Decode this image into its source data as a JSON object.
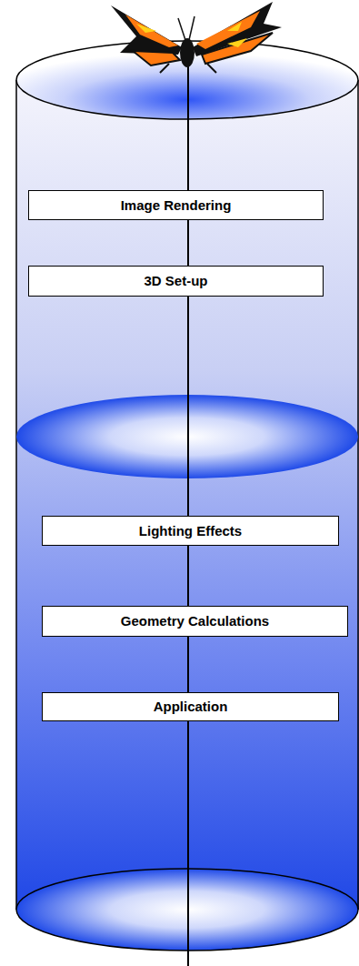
{
  "diagram": {
    "nodes": [
      {
        "text": [
          "Image Rendering"
        ]
      },
      {
        "text": [
          "3D Set-up"
        ]
      },
      {
        "text": [
          "Lighting Effects"
        ]
      },
      {
        "text": [
          "Geometry Calculations"
        ]
      },
      {
        "text": [
          "Application"
        ]
      }
    ],
    "edges": [
      {
        "from": 4,
        "to": 3,
        "arrow": "none"
      },
      {
        "from": 3,
        "to": 2,
        "arrow": "none"
      },
      {
        "from": 2,
        "to": 1,
        "arrow": "none"
      },
      {
        "from": 1,
        "to": 0,
        "arrow": "none"
      }
    ]
  }
}
